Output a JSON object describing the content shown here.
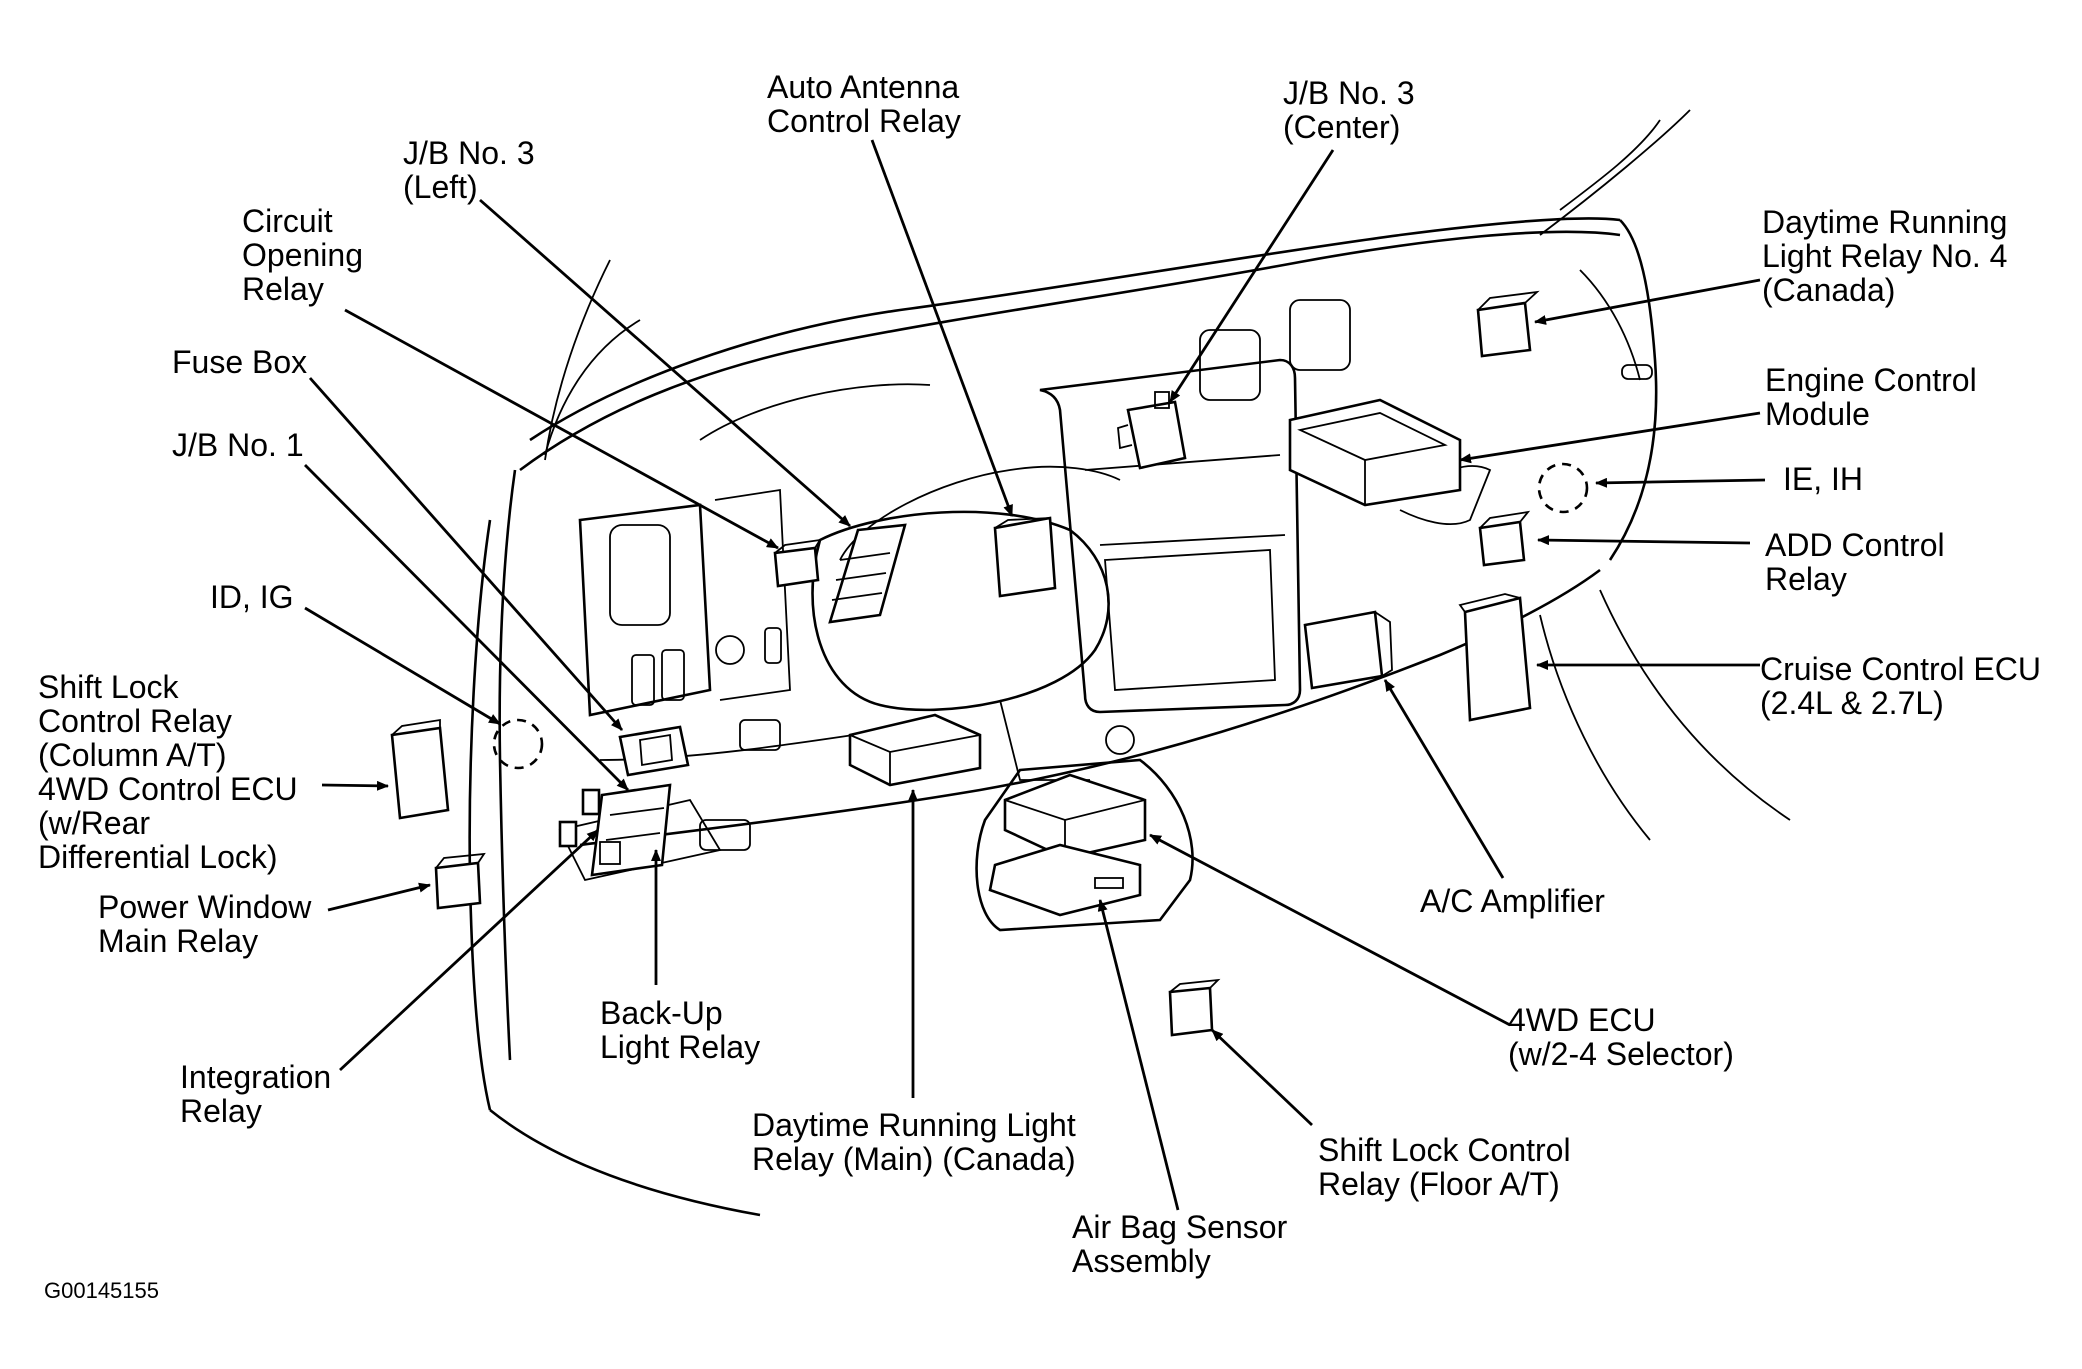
{
  "labels": {
    "auto_antenna": [
      "Auto Antenna",
      "Control Relay"
    ],
    "jb3_left": [
      "J/B No. 3",
      "(Left)"
    ],
    "jb3_center": [
      "J/B No. 3",
      "(Center)"
    ],
    "circuit_opening": [
      "Circuit",
      "Opening",
      "Relay"
    ],
    "fuse_box": [
      "Fuse Box"
    ],
    "jb1": [
      "J/B No. 1"
    ],
    "id_ig": [
      "ID, IG"
    ],
    "shift_lock_column": [
      "Shift Lock",
      "Control Relay",
      "(Column A/T)",
      "4WD Control ECU",
      "(w/Rear",
      "Differential Lock)"
    ],
    "power_window": [
      "Power Window",
      "Main Relay"
    ],
    "integration": [
      "Integration",
      "Relay"
    ],
    "backup_light": [
      "Back-Up",
      "Light Relay"
    ],
    "drl_main": [
      "Daytime Running Light",
      "Relay (Main) (Canada)"
    ],
    "air_bag": [
      "Air Bag Sensor",
      "Assembly"
    ],
    "shift_lock_floor": [
      "Shift Lock Control",
      "Relay (Floor A/T)"
    ],
    "ecu_4wd": [
      "4WD ECU",
      "(w/2-4 Selector)"
    ],
    "ac_amp": [
      "A/C Amplifier"
    ],
    "cruise": [
      "Cruise Control ECU",
      "(2.4L & 2.7L)"
    ],
    "add_relay": [
      "ADD Control",
      "Relay"
    ],
    "ie_ih": [
      "IE, IH"
    ],
    "ecm": [
      "Engine Control",
      "Module"
    ],
    "drl4": [
      "Daytime Running",
      "Light Relay No. 4",
      "(Canada)"
    ]
  },
  "figure_id": "G00145155"
}
